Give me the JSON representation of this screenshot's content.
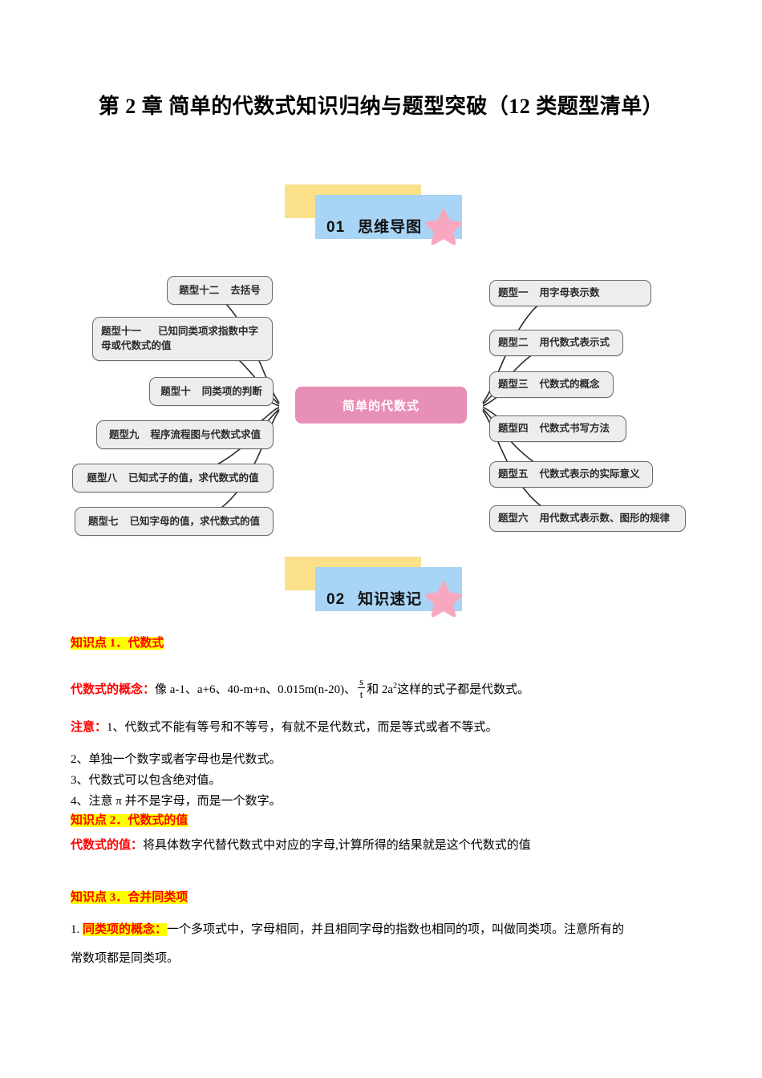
{
  "document": {
    "title": "第 2 章  简单的代数式知识归纳与题型突破（12 类题型清单）"
  },
  "sections": [
    {
      "number": "01",
      "label": "思维导图"
    },
    {
      "number": "02",
      "label": "知识速记"
    }
  ],
  "mindmap": {
    "center": "简单的代数式",
    "left_branches": [
      {
        "title": "题型十二",
        "desc": "去括号"
      },
      {
        "title": "题型十一",
        "desc": "已知同类项求指数中字母或代数式的值"
      },
      {
        "title": "题型十",
        "desc": "同类项的判断"
      },
      {
        "title": "题型九",
        "desc": "程序流程图与代数式求值"
      },
      {
        "title": "题型八",
        "desc": "已知式子的值，求代数式的值"
      },
      {
        "title": "题型七",
        "desc": "已知字母的值，求代数式的值"
      }
    ],
    "right_branches": [
      {
        "title": "题型一",
        "desc": "用字母表示数"
      },
      {
        "title": "题型二",
        "desc": "用代数式表示式"
      },
      {
        "title": "题型三",
        "desc": "代数式的概念"
      },
      {
        "title": "题型四",
        "desc": "代数式书写方法"
      },
      {
        "title": "题型五",
        "desc": "代数式表示的实际意义"
      },
      {
        "title": "题型六",
        "desc": "用代数式表示数、图形的规律"
      }
    ]
  },
  "knowledge": {
    "point1_heading": "知识点 1．代数式",
    "concept_label": "代数式的概念：",
    "concept_text_a": "像 a-1、a+6、40-m+n、0.015m(n-20)、",
    "fraction_numerator": "s",
    "fraction_denominator": "t",
    "concept_text_b_pre": "和 2a",
    "concept_text_b_exp": "2",
    "concept_text_b_post": "这样的式子都是代数式。",
    "note_label": "注意：",
    "note_item1": "1、代数式不能有等号和不等号，有就不是代数式，而是等式或者不等式。",
    "note_item2": "2、单独一个数字或者字母也是代数式。",
    "note_item3": "3、代数式可以包含绝对值。",
    "note_item4": "4、注意 π 并不是字母，而是一个数字。",
    "point2_heading": "知识点 2．代数式的值",
    "value_label": "代数式的值：",
    "value_text": "将具体数字代替代数式中对应的字母,计算所得的结果就是这个代数式的值",
    "point3_heading": "知识点 3．合并同类项",
    "item1_number": "1.",
    "item1_label": "同类项的概念：",
    "item1_text_line1": "一个多项式中，字母相同，并且相同字母的指数也相同的项，叫做同类项。注意所有的",
    "item1_text_line2": "常数项都是同类项。"
  },
  "colors": {
    "banner_yellow": "#fbe08a",
    "banner_blue": "#a8d4f5",
    "star_pink": "#f7a8c0",
    "center_node": "#e88fb8",
    "node_fill": "#ededed",
    "node_border": "#6b6b6b",
    "highlight": "#ffff00",
    "accent_red": "#ff0000"
  }
}
